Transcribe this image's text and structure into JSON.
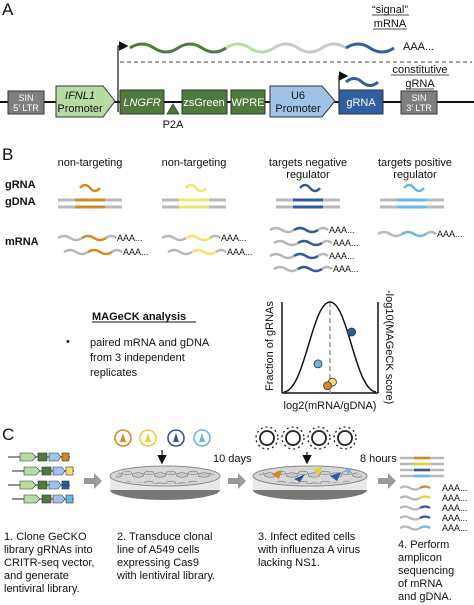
{
  "panels": {
    "a": "A",
    "b": "B",
    "c": "C"
  },
  "panel_a": {
    "signal_line1": "“signal”",
    "signal_line2": "mRNA",
    "signal_tail": "AAA...",
    "constitutive_line1": "constitutive",
    "constitutive_line2": "gRNA",
    "construct": {
      "sin5_line1": "SIN",
      "sin5_line2": "5’ LTR",
      "ifnl1_line1": "IFNL1",
      "ifnl1_line2": "Promoter",
      "lngfr": "LNGFR",
      "zsgreen": "zsGreen",
      "wpre": "WPRE",
      "u6_line1": "U6",
      "u6_line2": "Promoter",
      "grna": "gRNA",
      "sin3_line1": "SIN",
      "sin3_line2": "3’ LTR",
      "p2a": "P2A"
    },
    "colors": {
      "gray": "#7f7f7f",
      "green": "#4e7a3c",
      "light_green": "#b7dca3",
      "light_blue": "#9fc3e6",
      "blue": "#2f5f9e"
    }
  },
  "panel_b": {
    "columns": [
      {
        "label_line1": "non-targeting",
        "label_line2": ""
      },
      {
        "label_line1": "non-targeting",
        "label_line2": ""
      },
      {
        "label_line1": "targets negative",
        "label_line2": "regulator"
      },
      {
        "label_line1": "targets positive",
        "label_line2": "regulator"
      }
    ],
    "row_labels": {
      "grna": "gRNA",
      "gdna": "gDNA",
      "mrna": "mRNA"
    },
    "poly_a": "AAA...",
    "colors": {
      "orange": "#d08a27",
      "yellow": "#f4e36a",
      "dark_blue": "#2e5b98",
      "light_blue": "#6cb6e0",
      "gray": "#b8b8b8"
    },
    "mageck_title": "MAGeCK analysis",
    "bullet": "•",
    "note_line1": "paired mRNA and gDNA",
    "note_line2": "from 3 independent",
    "note_line3": "replicates",
    "chart_ylabel": "Fraction of gRNAs",
    "chart_xlabel": "log2(mRNA/gDNA)",
    "chart_y2label": "-log10(MAGeCK score)"
  },
  "chart_data": {
    "type": "scatter",
    "xlabel": "log2(mRNA/gDNA)",
    "ylabel": "Fraction of gRNAs",
    "y2label": "-log10(MAGeCK score)",
    "curve": "normal distribution",
    "points": [
      {
        "x": 0.45,
        "y": 0.67,
        "color": "#2e5b98"
      },
      {
        "x": -0.25,
        "y": 0.32,
        "color": "#6cb6e0"
      },
      {
        "x": 0.05,
        "y": 0.12,
        "color": "#f4e36a"
      },
      {
        "x": -0.05,
        "y": 0.08,
        "color": "#d08a27"
      }
    ],
    "xlim": [
      -1,
      1
    ],
    "ylim": [
      0,
      1
    ]
  },
  "panel_c": {
    "step1_line1": "1. Clone GeCKO",
    "step1_line2": "library gRNAs into",
    "step1_line3": "CRITR-seq vector,",
    "step1_line4": "and generate",
    "step1_line5": "lentiviral library.",
    "step2_line1": "2. Transduce clonal",
    "step2_line2": "line of A549 cells",
    "step2_line3": "expressing Cas9",
    "step2_line4": "with lentiviral library.",
    "step3_line1": "3. Infect edited cells",
    "step3_line2": "with influenza A virus",
    "step3_line3": "lacking NS1.",
    "step4_line1": "4. Perform",
    "step4_line2": "amplicon",
    "step4_line3": "sequencing",
    "step4_line4": "of mRNA",
    "step4_line5": "and gDNA.",
    "arrow1_label": "10 days",
    "arrow2_label": "8 hours",
    "poly_a": "AAA..."
  }
}
